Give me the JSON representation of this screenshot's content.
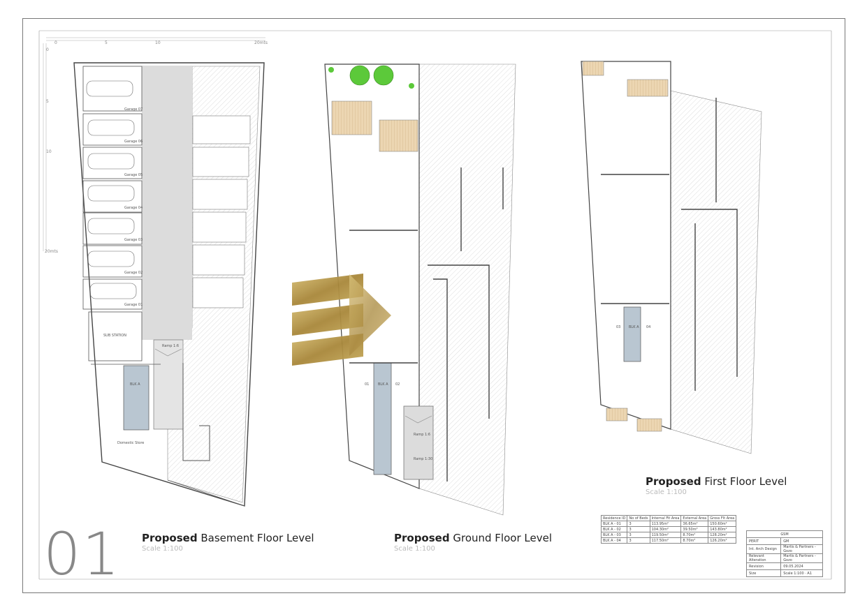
{
  "sheet_number": "01",
  "ruler": {
    "top_ticks": [
      "0",
      "5",
      "10",
      "20mts"
    ],
    "left_ticks": [
      "0",
      "5",
      "10",
      "20mts"
    ]
  },
  "plans": {
    "basement": {
      "title_bold": "Proposed",
      "title_rest": "Basement Floor Level",
      "scale": "Scale 1:100",
      "garages": [
        "Garage 07",
        "Garage 06",
        "Garage 05",
        "Garage 04",
        "Garage 03",
        "Garage 02",
        "Garage 01"
      ],
      "labels": {
        "substation": "SUB STATION",
        "ramp": "Ramp\n1:6",
        "block": "BLK A",
        "store": "Domestic Store"
      }
    },
    "ground": {
      "title_bold": "Proposed",
      "title_rest": "Ground Floor Level",
      "scale": "Scale 1:100",
      "labels": {
        "block": "BLK A",
        "ramp1": "Ramp 1:6",
        "ramp2": "Ramp 1:30",
        "unit_left": "01",
        "unit_right": "02"
      }
    },
    "first": {
      "title_bold": "Proposed",
      "title_rest": "First Floor Level",
      "scale": "Scale 1:100",
      "labels": {
        "block": "BLK A",
        "unit_left": "03",
        "unit_right": "04"
      }
    }
  },
  "schedule": {
    "headers": [
      "Residence ID",
      "No of Beds",
      "Internal Fit Area",
      "External Area",
      "Gross Flt Area"
    ],
    "rows": [
      [
        "BLK A - 01",
        "3",
        "113.95m²",
        "36.65m²",
        "150.60m²"
      ],
      [
        "BLK A - 02",
        "3",
        "104.30m²",
        "39.50m²",
        "143.80m²"
      ],
      [
        "BLK A - 03",
        "3",
        "119.50m²",
        "8.70m²",
        "128.20m²"
      ],
      [
        "BLK A - 04",
        "3",
        "117.50m²",
        "8.70m²",
        "126.20m²"
      ]
    ]
  },
  "title_block": {
    "header": "GSM",
    "rows": [
      [
        "PERIT",
        "GM"
      ],
      [
        "Int. Arch Design",
        "Martis & Partners - Gozo"
      ],
      [
        "Relevant Alteration",
        "Martis & Partners - Gozo"
      ],
      [
        "Revision",
        "09.05.2024"
      ],
      [
        "Size",
        "Scale 1:100 · A1"
      ]
    ]
  },
  "colors": {
    "line": "#555555",
    "hatch": "#cfcfcf",
    "driveway": "#dcdcdc",
    "stair": "#b9c6d1",
    "wood": "#e7cfa8",
    "tree": "#5cc93a",
    "gold": "#b89a4a"
  }
}
